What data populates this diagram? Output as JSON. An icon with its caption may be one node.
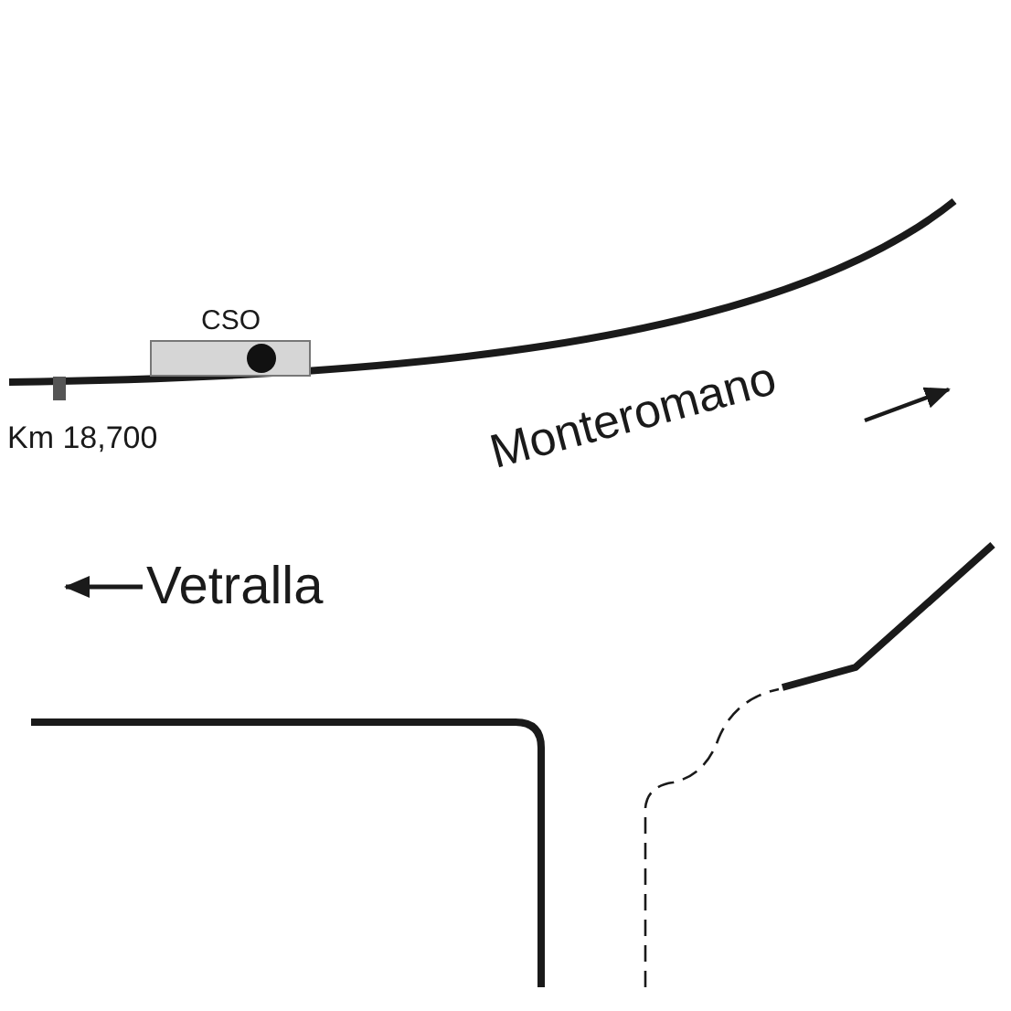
{
  "diagram": {
    "nodes": [
      {
        "text": [
          "CSO"
        ]
      }
    ],
    "labels": [
      "Km 18,700",
      "Monteromano",
      "Vetralla"
    ]
  }
}
